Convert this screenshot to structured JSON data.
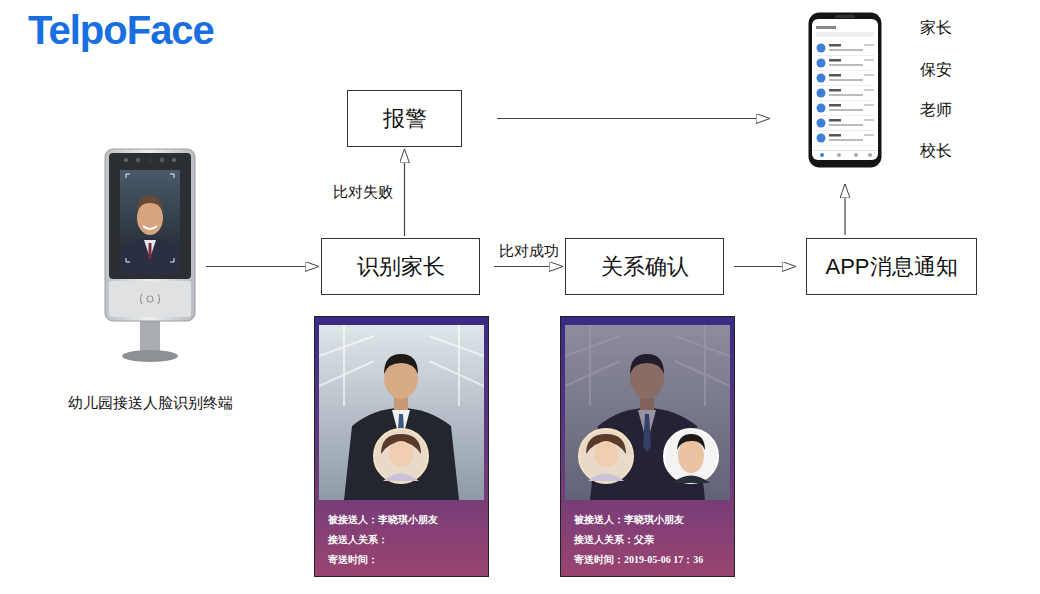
{
  "diagram": {
    "nodes": [
      {
        "text": [
          "幼儿园接送人脸识别终端"
        ]
      },
      {
        "text": [
          "报警"
        ]
      },
      {
        "text": [
          "识别家长"
        ]
      },
      {
        "text": [
          "关系确认"
        ]
      },
      {
        "text": [
          "APP消息通知"
        ]
      },
      {
        "text": [
          "家长",
          "保安",
          "老师",
          "校长"
        ]
      },
      {
        "text": [
          "被接送人：李晓琪小朋友",
          "接送人关系：",
          "寄送时间："
        ]
      },
      {
        "text": [
          "被接送人：李晓琪小朋友",
          "接送人关系：父亲",
          "寄送时间：2019-05-06 17：36"
        ]
      }
    ],
    "edges": [
      {
        "from": 0,
        "to": 2,
        "arrow": "to"
      },
      {
        "from": 2,
        "to": 1,
        "label": "比对失败",
        "arrow": "to"
      },
      {
        "from": 2,
        "to": 3,
        "label": "比对成功",
        "arrow": "to"
      },
      {
        "from": 3,
        "to": 4,
        "arrow": "to"
      },
      {
        "from": 4,
        "to": 5,
        "arrow": "to"
      },
      {
        "from": 1,
        "to": 5,
        "arrow": "to"
      }
    ],
    "labels": [
      "TelpoFace"
    ]
  }
}
